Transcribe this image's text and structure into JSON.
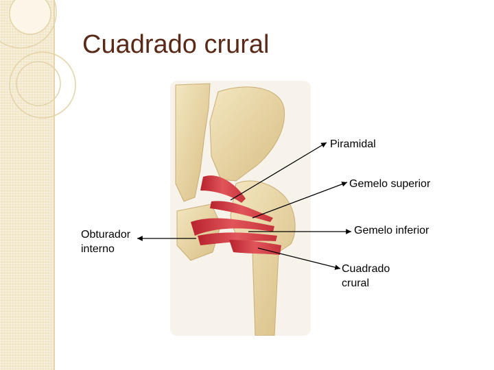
{
  "slide": {
    "title": "Cuadrado crural",
    "labels": {
      "piramidal": "Piramidal",
      "gemelo_superior": "Gemelo superior",
      "obturador_line1": "Obturador",
      "obturador_line2": "interno",
      "gemelo_inferior": "Gemelo inferior",
      "cuadrado_line1": "Cuadrado",
      "cuadrado_line2": "crural"
    }
  },
  "colors": {
    "title": "#5a2a18",
    "side_strip": "#f1e6c8",
    "bone": "#e9d6a4",
    "muscle": "#c9313a"
  }
}
